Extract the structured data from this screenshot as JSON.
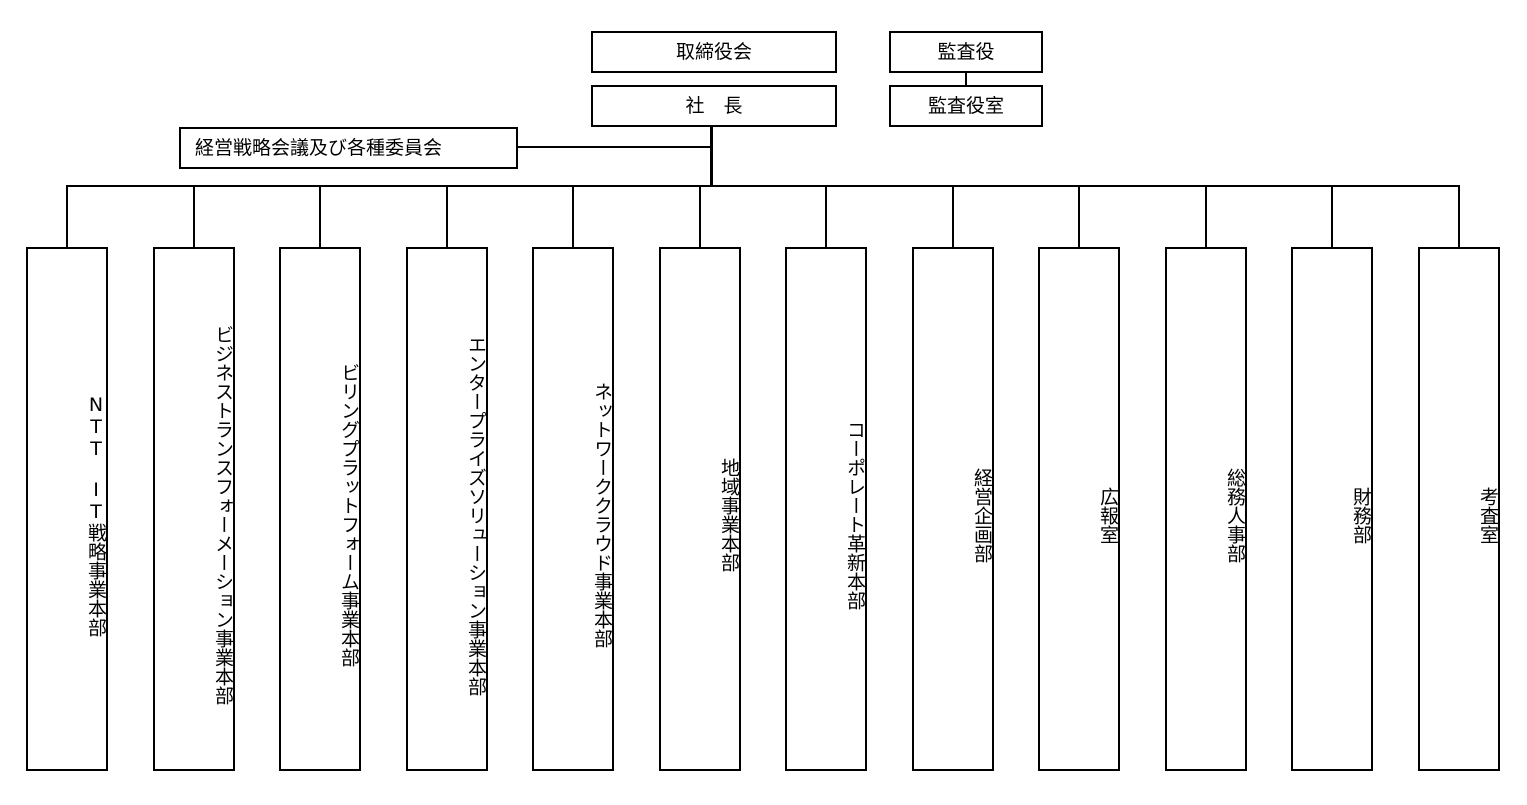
{
  "top": {
    "board": "取締役会",
    "president": "社　長",
    "auditors": "監査役",
    "auditor_office": "監査役室",
    "committee": "経営戦略会議及び各種委員会"
  },
  "departments": [
    "NTT　IT戦略事業本部",
    "ビジネストランスフォーメーション事業本部",
    "ビリングプラットフォーム事業本部",
    "エンタープライズソリューション事業本部",
    "ネットワーククラウド事業本部",
    "地域事業本部",
    "コーポレート革新本部",
    "経営企画部",
    "広報室",
    "総務人事部",
    "財務部",
    "考査室"
  ]
}
